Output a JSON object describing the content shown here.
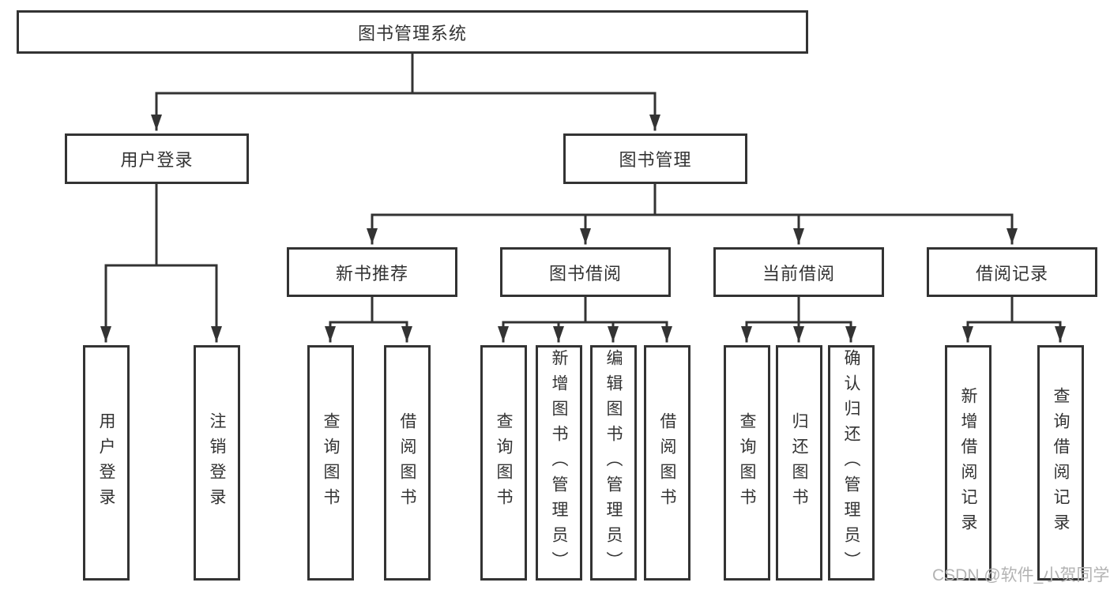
{
  "diagram": {
    "root": {
      "label": "图书管理系统",
      "children": [
        {
          "label": "用户登录",
          "children": [
            {
              "label": "用户登录"
            },
            {
              "label": "注销登录"
            }
          ]
        },
        {
          "label": "图书管理",
          "children": [
            {
              "label": "新书推荐",
              "children": [
                {
                  "label": "查询图书"
                },
                {
                  "label": "借阅图书"
                }
              ]
            },
            {
              "label": "图书借阅",
              "children": [
                {
                  "label": "查询图书"
                },
                {
                  "label": "新增图书（管理员）"
                },
                {
                  "label": "编辑图书（管理员）"
                },
                {
                  "label": "借阅图书"
                }
              ]
            },
            {
              "label": "当前借阅",
              "children": [
                {
                  "label": "查询图书"
                },
                {
                  "label": "归还图书"
                },
                {
                  "label": "确认归还（管理员）"
                }
              ]
            },
            {
              "label": "借阅记录",
              "children": [
                {
                  "label": "新增借阅记录"
                },
                {
                  "label": "查询借阅记录"
                }
              ]
            }
          ]
        }
      ]
    }
  },
  "watermark": {
    "text": "CSDN @软件_小贺同学",
    "color": "#b3b3b3"
  },
  "colors": {
    "line": "#333333",
    "box_border": "#333333",
    "text": "#333333",
    "background": "#ffffff",
    "watermark": "#b3b3b3"
  }
}
